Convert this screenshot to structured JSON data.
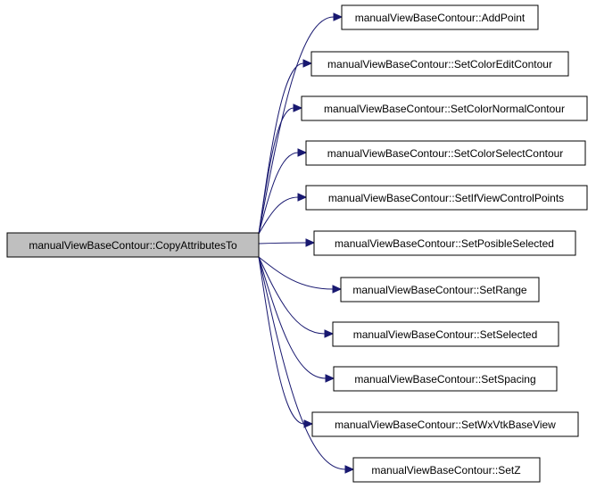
{
  "graph": {
    "root": "manualViewBaseContour::CopyAttributesTo",
    "callees": [
      "manualViewBaseContour::AddPoint",
      "manualViewBaseContour::SetColorEditContour",
      "manualViewBaseContour::SetColorNormalContour",
      "manualViewBaseContour::SetColorSelectContour",
      "manualViewBaseContour::SetIfViewControlPoints",
      "manualViewBaseContour::SetPosibleSelected",
      "manualViewBaseContour::SetRange",
      "manualViewBaseContour::SetSelected",
      "manualViewBaseContour::SetSpacing",
      "manualViewBaseContour::SetWxVtkBaseView",
      "manualViewBaseContour::SetZ"
    ],
    "colors": {
      "edge": "#191970",
      "root_fill": "#bfbfbf",
      "node_fill": "#ffffff",
      "border": "#000000"
    }
  }
}
